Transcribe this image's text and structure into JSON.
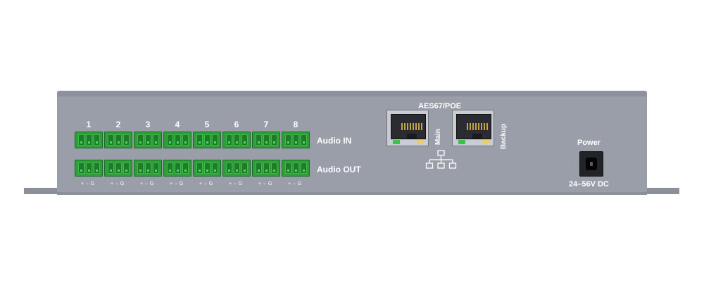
{
  "channels": [
    "1",
    "2",
    "3",
    "4",
    "5",
    "6",
    "7",
    "8"
  ],
  "pin_label": "+ – G",
  "audio_in_label": "Audio IN",
  "audio_out_label": "Audio OUT",
  "network": {
    "title": "AES67/POE",
    "main_label": "Main",
    "backup_label": "Backup",
    "network_icon": "network-topology-icon"
  },
  "power": {
    "label": "Power",
    "rating": "24–56V DC"
  },
  "colors": {
    "chassis": "#9a9ea8",
    "terminal_green": "#2f9e3a",
    "text": "#ffffff"
  }
}
